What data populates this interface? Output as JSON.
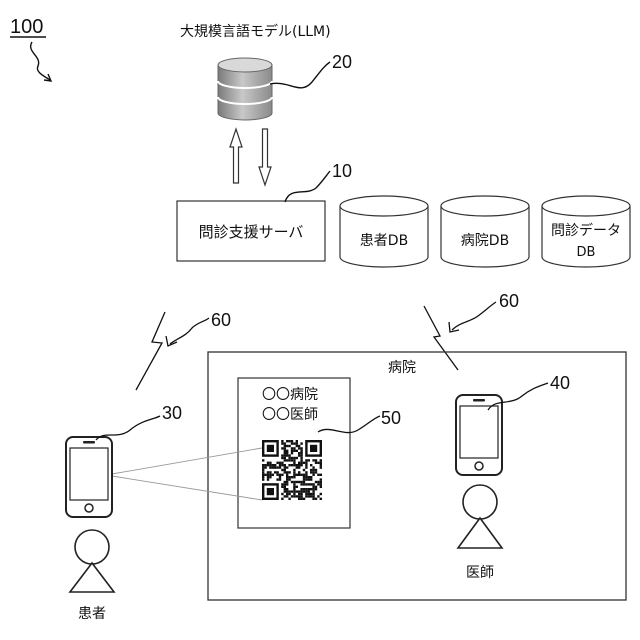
{
  "figure_ref": "100",
  "llm": {
    "label": "大規模言語モデル(LLM)",
    "ref": "20"
  },
  "server": {
    "label": "問診支援サーバ",
    "ref": "10"
  },
  "databases": [
    {
      "line1": "患者DB",
      "line2": ""
    },
    {
      "line1": "病院DB",
      "line2": ""
    },
    {
      "line1": "問診データ",
      "line2": "DB"
    }
  ],
  "network_refs": [
    "60",
    "60"
  ],
  "hospital": {
    "label": "病院"
  },
  "poster": {
    "line1": "〇〇病院",
    "line2": "〇〇医師",
    "ref": "50"
  },
  "patient": {
    "label": "患者",
    "phone_ref": "30"
  },
  "doctor": {
    "label": "医師",
    "phone_ref": "40"
  }
}
